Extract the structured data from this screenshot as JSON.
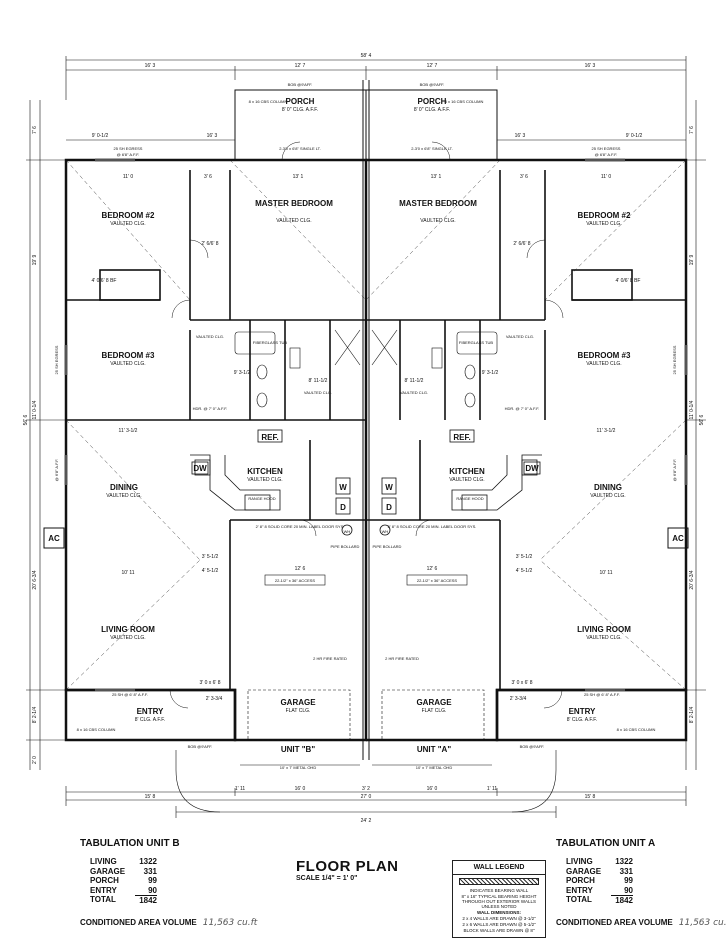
{
  "plan": {
    "overall_width": "58' 4",
    "dims_top": [
      "16' 3",
      "12' 7",
      "12' 7",
      "16' 3"
    ],
    "porch": {
      "name": "PORCH",
      "sub": "8' 0\" CLG. A.F.F.",
      "door": "2-3'0 x 6'8\" SINGLE LT.",
      "column": "8 x 16 CBS COLUMN"
    },
    "bob_top": "BOB @9'AFF.",
    "bob_bottom": "BOB @9'AFF.",
    "egress_top": "25 SH EGRESS",
    "egress_top_sub": "@ 6'8\" A.F.F.",
    "rooms": {
      "master": {
        "name": "MASTER BEDROOM",
        "sub": "VAULTED CLG."
      },
      "bed2": {
        "name": "BEDROOM #2",
        "sub": "VAULTED CLG."
      },
      "bed3": {
        "name": "BEDROOM #3",
        "sub": "VAULTED CLG."
      },
      "dining": {
        "name": "DINING",
        "sub": "VAULTED CLG."
      },
      "kitchen": {
        "name": "KITCHEN",
        "sub": "VAULTED CLG."
      },
      "living": {
        "name": "LIVING ROOM",
        "sub": "VAULTED CLG."
      },
      "garage": {
        "name": "GARAGE",
        "sub": "FLAT CLG."
      },
      "entry": {
        "name": "ENTRY",
        "sub": "8' CLG. A.F.F."
      },
      "tub": "FIBERGLASS TUB",
      "vaulted": "VAULTED CLG.",
      "ref": "REF.",
      "dw": "DW",
      "washer": "W",
      "dryer": "D",
      "ac": "AC",
      "wh": "WH",
      "hdr": "HDR. @ 7' 0\" A.F.F.",
      "range": "RANGE HOOD",
      "garage_door_label": "2' 8\" 8 SOLID CORE 20 MIN. LABEL DOOR SYS.",
      "attic": "22-1/2\" x 36\" ACCESS",
      "fire_rated": "2 HR FIRE RATED",
      "ohd": "10' x 7' METAL OHD",
      "egress_side": "25 SH EGRESS",
      "egress_side_sub": "@ 6'8\" A.F.F.",
      "entry_window": "25 SH @ 6' 8\" A.F.F.",
      "bollard": "PIPE BOLLARD"
    },
    "units": {
      "left": "UNIT \"B\"",
      "right": "UNIT \"A\""
    },
    "dims_bottom": [
      "15' 8",
      "27' 0",
      "15' 8"
    ],
    "overall_bottom": "24' 2",
    "dims_left": [
      "7' 6",
      "19' 9",
      "11' 0-1/4",
      "20' 6-3/4",
      "8' 2-1/4",
      "2' 0"
    ],
    "overall_left": "56' 6",
    "misc_dims": {
      "d1": "11' 0",
      "d2": "3' 6",
      "d3": "13' 1",
      "d4": "9' 0-1/2",
      "d5": "16' 3",
      "d6": "11' 3-1/2",
      "d7": "10' 11",
      "d8": "12' 6",
      "d9": "3' 2",
      "d10": "16' 0",
      "d11": "3' 5-1/2",
      "d12": "4' 5-1/2",
      "d13": "2' 3-3/4",
      "d14": "3' 0 x 6' 8",
      "d15": "1' 11",
      "d16": "4' 0/6' 8 BF",
      "d17": "2' 6/6' 8",
      "d18": "8' 11-1/2",
      "d19": "9' 3-1/2"
    }
  },
  "tabulation_b": {
    "title": "TABULATION UNIT B",
    "rows": [
      [
        "LIVING",
        "1322"
      ],
      [
        "GARAGE",
        "331"
      ],
      [
        "PORCH",
        "99"
      ],
      [
        "ENTRY",
        "90"
      ],
      [
        "TOTAL",
        "1842"
      ]
    ],
    "cav": "CONDITIONED AREA VOLUME",
    "cav_hand": "11,563 cu.ft"
  },
  "tabulation_a": {
    "title": "TABULATION UNIT A",
    "rows": [
      [
        "LIVING",
        "1322"
      ],
      [
        "GARAGE",
        "331"
      ],
      [
        "PORCH",
        "99"
      ],
      [
        "ENTRY",
        "90"
      ],
      [
        "TOTAL",
        "1842"
      ]
    ],
    "cav": "CONDITIONED AREA VOLUME",
    "cav_hand": "11,563 cu.ft"
  },
  "floor_plan": {
    "title": "FLOOR PLAN",
    "scale": "SCALE 1/4\" = 1' 0\""
  },
  "legend": {
    "title": "WALL LEGEND",
    "l1": "INDICATES BEARING WALL",
    "l2": "8\" x 16\" TYPICAL BEARING HEIGHT THROUGH OUT EXTERIOR WALLS UNLESS NOTED",
    "l3": "WALL DIMENSIONS:",
    "l4": "2 x 4 WALLS ARE DRAWN @ 3-1/2\"",
    "l5": "2 x 6 WALLS ARE DRAWN @ 5-1/2\"",
    "l6": "BLOCK WALLS ARE DRAWN @ 8\""
  }
}
